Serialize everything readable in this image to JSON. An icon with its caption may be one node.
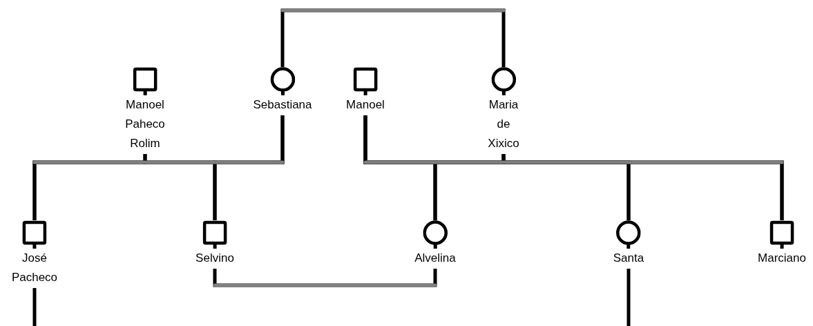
{
  "diagram": {
    "nodes": [
      {
        "text": [],
        "shape": "box",
        "beside": [
          "Manoel Paheco Rolim"
        ]
      },
      {
        "text": [],
        "shape": "circle",
        "beside": [
          "Sebastiana"
        ]
      },
      {
        "text": [],
        "shape": "box",
        "beside": [
          "Manoel"
        ]
      },
      {
        "text": [],
        "shape": "circle",
        "beside": [
          "Maria de Xixico"
        ]
      },
      {
        "text": [],
        "shape": "box",
        "beside": [
          "José Pacheco"
        ]
      },
      {
        "text": [],
        "shape": "box",
        "beside": [
          "Selvino"
        ]
      },
      {
        "text": [],
        "shape": "circle",
        "beside": [
          "Alvelina"
        ]
      },
      {
        "text": [],
        "shape": "circle",
        "beside": [
          "Santa"
        ]
      },
      {
        "text": [],
        "shape": "box",
        "beside": [
          "Marciano"
        ]
      }
    ],
    "edges": [
      {
        "from": 1,
        "to": 3,
        "arrow": "none"
      },
      {
        "from": 0,
        "to": 4,
        "arrow": "none"
      },
      {
        "from": 0,
        "to": 5,
        "arrow": "none"
      },
      {
        "from": 1,
        "to": 4,
        "arrow": "none"
      },
      {
        "from": 1,
        "to": 5,
        "arrow": "none"
      },
      {
        "from": 2,
        "to": 6,
        "arrow": "none"
      },
      {
        "from": 2,
        "to": 7,
        "arrow": "none"
      },
      {
        "from": 2,
        "to": 8,
        "arrow": "none"
      },
      {
        "from": 3,
        "to": 6,
        "arrow": "none"
      },
      {
        "from": 3,
        "to": 7,
        "arrow": "none"
      },
      {
        "from": 3,
        "to": 8,
        "arrow": "none"
      },
      {
        "from": 5,
        "to": 6,
        "arrow": "none"
      },
      {
        "from": 4,
        "to": null,
        "arrow": "none"
      },
      {
        "from": 7,
        "to": null,
        "arrow": "none"
      }
    ]
  }
}
